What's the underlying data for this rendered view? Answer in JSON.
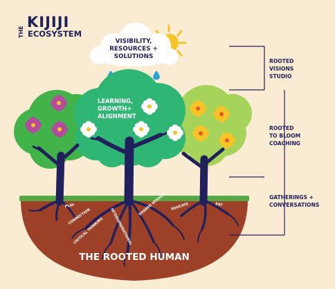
{
  "title": {
    "prefix": "THE",
    "name": "KIJIJI",
    "subtitle": "ECOSYSTEM"
  },
  "cloud": {
    "line1": "VISIBILITY,",
    "line2": "RESOURCES +",
    "line3": "SOLUTIONS"
  },
  "center_tree": {
    "line1": "LEARNING,",
    "line2": "GROWTH+",
    "line3": "ALIGNMENT"
  },
  "sidebar": {
    "items": [
      {
        "line1": "ROOTED",
        "line2": "VISIONS",
        "line3": "STUDIO"
      },
      {
        "line1": "ROOTED",
        "line2": "TO BLOOM",
        "line3": "COACHING"
      },
      {
        "line1": "GATHERINGS +",
        "line2": "CONVERSATIONS"
      }
    ]
  },
  "roots": {
    "labels": [
      "PLAY",
      "CONNECTION",
      "CRITICAL THINKING",
      "INTERGENERATIONAL",
      "SHARED WISDOM",
      "EDUCATE",
      "EAT"
    ]
  },
  "soil": {
    "caption": "THE ROOTED HUMAN"
  },
  "colors": {
    "background": "#faecd3",
    "navy": "#20205c",
    "soil": "#9c4128",
    "grass": "#57a845",
    "tree_left": "#42b348",
    "tree_center": "#2fb574",
    "tree_right": "#a6d45a",
    "sun": "#f7c427",
    "rain": "#2e9fd8"
  }
}
